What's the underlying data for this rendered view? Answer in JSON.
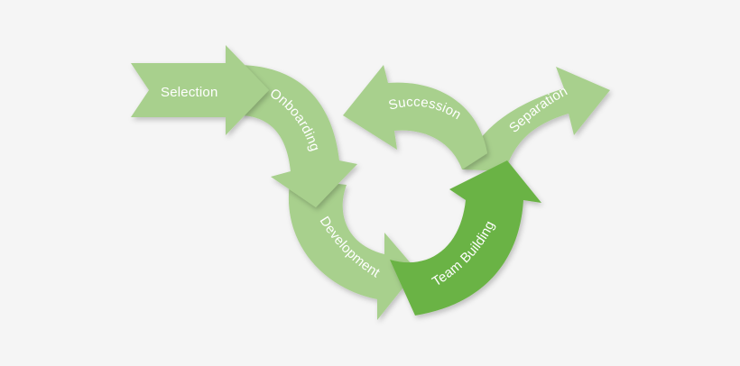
{
  "diagram": {
    "colors": {
      "background": "#f5f5f5",
      "light_green": "#a8d08d",
      "light_green_edge": "#9cc67f",
      "dark_green": "#6bb344",
      "label": "#ffffff"
    },
    "stages": [
      {
        "id": "selection",
        "label": "Selection"
      },
      {
        "id": "onboarding",
        "label": "Onboarding"
      },
      {
        "id": "development",
        "label": "Development"
      },
      {
        "id": "team-building",
        "label": "Team Building",
        "highlighted": true
      },
      {
        "id": "succession",
        "label": "Succession"
      },
      {
        "id": "separation",
        "label": "Separation"
      }
    ]
  }
}
